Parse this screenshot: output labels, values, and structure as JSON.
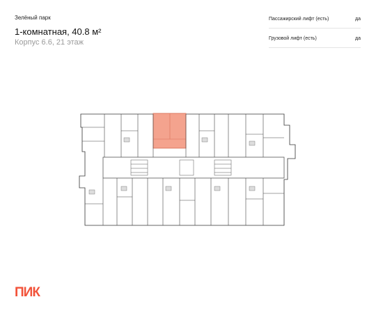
{
  "header": {
    "project": "Зелёный парк",
    "title": "1-комнатная, 40.8 м²",
    "subtitle": "Корпус 6.6, 21 этаж"
  },
  "lifts": [
    {
      "label": "Пассажирский лифт (есть)",
      "value": "да"
    },
    {
      "label": "Грузовой лифт (есть)",
      "value": "да"
    }
  ],
  "brand": {
    "logo": "ПИК",
    "accent": "#f2533a",
    "highlight_fill": "#f4a38e"
  }
}
